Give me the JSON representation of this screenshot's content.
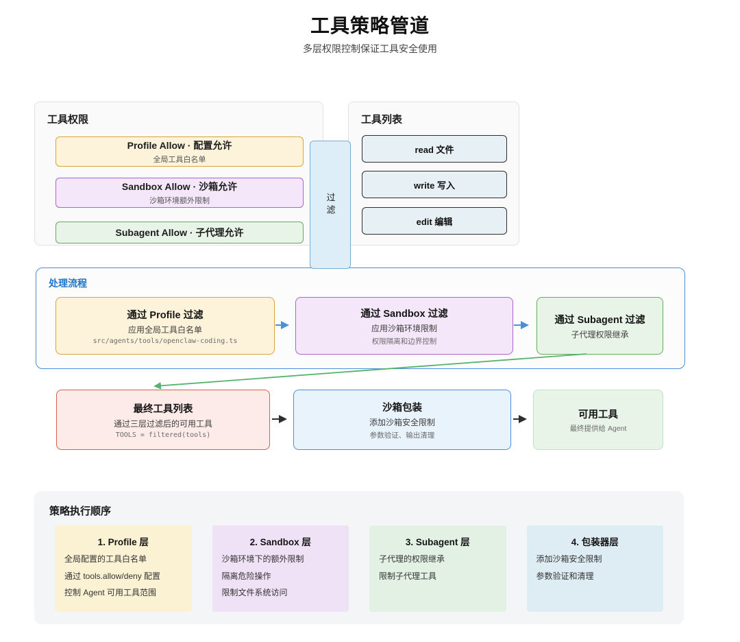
{
  "page": {
    "title": "工具策略管道",
    "subtitle": "多层权限控制保证工具安全使用"
  },
  "permissions_panel": {
    "title": "工具权限",
    "items": [
      {
        "title": "Profile Allow · 配置允许",
        "subtitle": "全局工具白名单"
      },
      {
        "title": "Sandbox Allow · 沙箱允许",
        "subtitle": "沙箱环境额外限制"
      },
      {
        "title": "Subagent Allow · 子代理允许"
      }
    ]
  },
  "filter_connector": {
    "label": "过滤"
  },
  "tools_panel": {
    "title": "工具列表",
    "items": [
      {
        "label": "read 文件"
      },
      {
        "label": "write 写入"
      },
      {
        "label": "edit 编辑"
      }
    ]
  },
  "process_panel": {
    "title": "处理流程",
    "steps": [
      {
        "title": "通过 Profile 过滤",
        "desc": "应用全局工具白名单",
        "note": "src/agents/tools/openclaw-coding.ts"
      },
      {
        "title": "通过 Sandbox 过滤",
        "desc": "应用沙箱环境限制",
        "note": "权限隔离和边界控制"
      },
      {
        "title": "通过 Subagent 过滤",
        "desc": "子代理权限继承"
      }
    ]
  },
  "result_flow": {
    "steps": [
      {
        "title": "最终工具列表",
        "desc": "通过三层过滤后的可用工具",
        "note": "TOOLS = filtered(tools)"
      },
      {
        "title": "沙箱包装",
        "desc": "添加沙箱安全限制",
        "note": "参数验证、输出清理"
      },
      {
        "title": "可用工具",
        "desc": "最终提供给 Agent"
      }
    ]
  },
  "policy_panel": {
    "title": "策略执行顺序",
    "columns": [
      {
        "title": "1. Profile 层",
        "items": [
          "全局配置的工具白名单",
          "通过 tools.allow/deny 配置",
          "控制 Agent 可用工具范围"
        ]
      },
      {
        "title": "2. Sandbox 层",
        "items": [
          "沙箱环境下的额外限制",
          "隔离危险操作",
          "限制文件系统访问"
        ]
      },
      {
        "title": "3. Subagent 层",
        "items": [
          "子代理的权限继承",
          "限制子代理工具"
        ]
      },
      {
        "title": "4. 包装器层",
        "items": [
          "添加沙箱安全限制",
          "参数验证和清理"
        ]
      }
    ]
  },
  "colors": {
    "accent_blue": "#4a90d9",
    "accent_green": "#56b36a",
    "accent_dark": "#2d2d2d",
    "orange_border": "#d9a23f",
    "orange_bg": "#fdf3da",
    "purple_border": "#aa63c9",
    "purple_bg": "#f4e7f9",
    "green_border": "#67a95e",
    "green_bg": "#e9f4e9",
    "blue_border": "#4a90d9",
    "blue_bg": "#e9f3fc",
    "red_border": "#d65c55",
    "red_bg": "#fcebe9",
    "toolbox_bg": "#e7f0f4",
    "toolbox_border": "#2d2d2d",
    "filter_bg": "#ddeef8",
    "filter_border": "#74aed6",
    "panel_bg": "#fafafa",
    "panel_border": "#e2e2e2",
    "policy_bg": "#f4f5f7",
    "col_yellow": "#fbf2d3",
    "col_purple": "#efe1f6",
    "col_green": "#e2f1e4",
    "col_blue": "#deedf3"
  }
}
